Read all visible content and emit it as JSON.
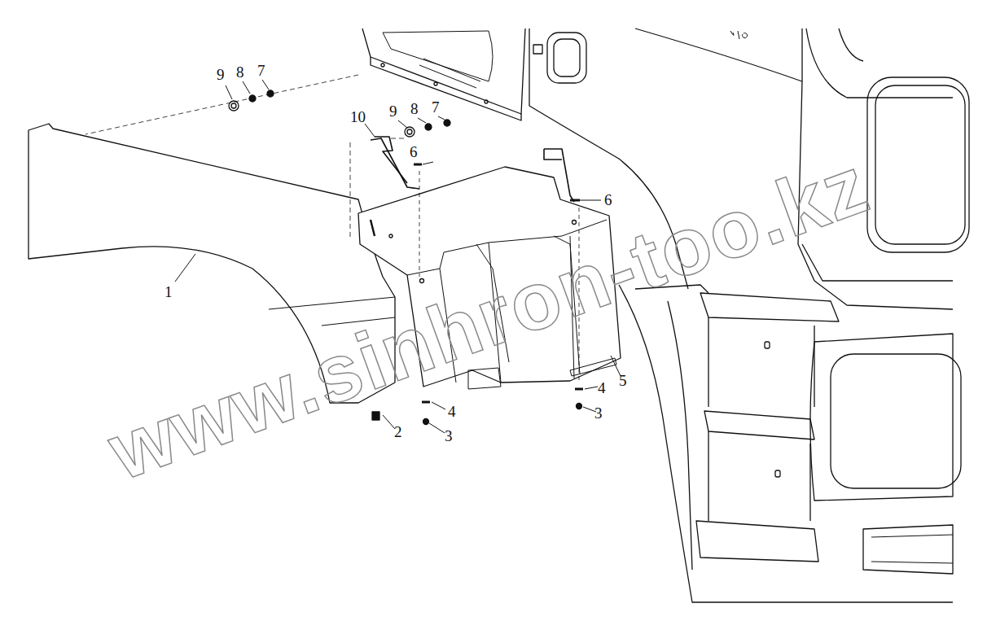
{
  "diagram": {
    "labels": [
      "9",
      "8",
      "7",
      "10",
      "9",
      "8",
      "7",
      "6",
      "6",
      "1",
      "2",
      "4",
      "3",
      "4",
      "3",
      "5",
      "www.sinhron-too.kz"
    ]
  }
}
